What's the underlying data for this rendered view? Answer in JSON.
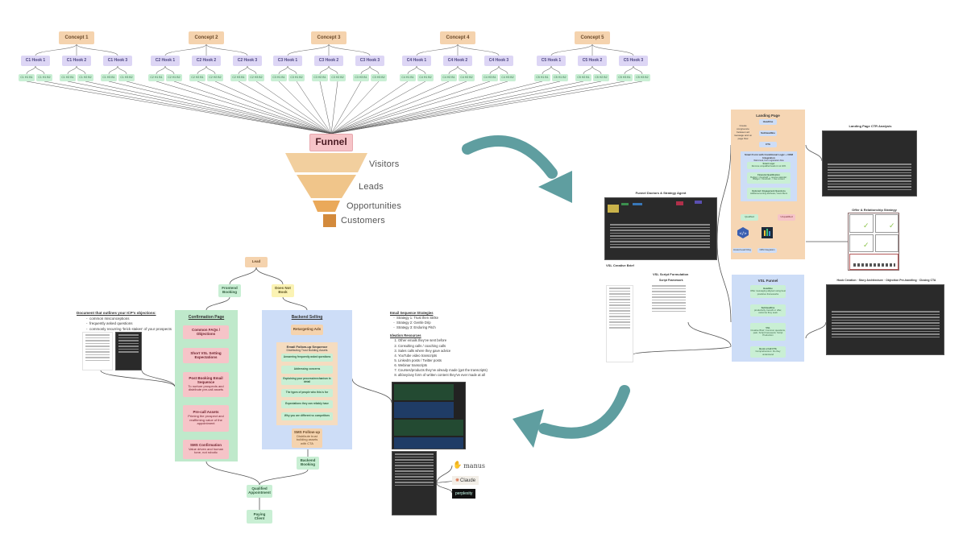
{
  "concept_tree": {
    "concepts": [
      {
        "label": "Concept 1",
        "hooks": [
          {
            "label": "C1 Hook 1",
            "leaves": [
              "C1 H1 B1",
              "C1 H1 B2"
            ]
          },
          {
            "label": "C1 Hook 2",
            "leaves": [
              "C1 H2 B1",
              "C1 H2 B2"
            ]
          },
          {
            "label": "C1 Hook 3",
            "leaves": [
              "C1 H3 B1",
              "C1 H3 B2"
            ]
          }
        ]
      },
      {
        "label": "Concept 2",
        "hooks": [
          {
            "label": "C2 Hook 1",
            "leaves": [
              "C2 H1 B1",
              "C2 H1 B2"
            ]
          },
          {
            "label": "C2 Hook 2",
            "leaves": [
              "C2 H2 B1",
              "C2 H2 B2"
            ]
          },
          {
            "label": "C2 Hook 3",
            "leaves": [
              "C2 H3 B1",
              "C2 H3 B2"
            ]
          }
        ]
      },
      {
        "label": "Concept 3",
        "hooks": [
          {
            "label": "C3 Hook 1",
            "leaves": [
              "C3 H1 B1",
              "C3 H1 B2"
            ]
          },
          {
            "label": "C3 Hook 2",
            "leaves": [
              "C3 H2 B1",
              "C3 H2 B2"
            ]
          },
          {
            "label": "C3 Hook 3",
            "leaves": [
              "C3 H3 B1",
              "C3 H3 B2"
            ]
          }
        ]
      },
      {
        "label": "Concept 4",
        "hooks": [
          {
            "label": "C4 Hook 1",
            "leaves": [
              "C4 H1 B1",
              "C4 H1 B2"
            ]
          },
          {
            "label": "C4 Hook 2",
            "leaves": [
              "C4 H2 B1",
              "C4 H2 B2"
            ]
          },
          {
            "label": "C4 Hook 3",
            "leaves": [
              "C4 H3 B1",
              "C4 H3 B2"
            ]
          }
        ]
      },
      {
        "label": "Concept 5",
        "hooks": [
          {
            "label": "C5 Hook 1",
            "leaves": [
              "C5 H1 B1",
              "C5 H1 B2"
            ]
          },
          {
            "label": "C5 Hook 2",
            "leaves": [
              "C5 H2 B1",
              "C5 H2 B2"
            ]
          },
          {
            "label": "C5 Hook 3",
            "leaves": [
              "C5 H3 B1",
              "C5 H3 B2"
            ]
          }
        ]
      }
    ]
  },
  "funnel": {
    "title": "Funnel",
    "stages": [
      "Visitors",
      "Leads",
      "Opportunities",
      "Customers"
    ],
    "colors": [
      "#f2cf9e",
      "#f0c58a",
      "#eaa95a",
      "#d38a3c"
    ]
  },
  "arrows": {
    "color": "#5f9ea0"
  },
  "objections_doc": {
    "title": "Document that outlines your ICP's objections:",
    "bullets": [
      "common misconceptions",
      "frequently asked questions",
      "commonly recurring 'brick stakes' of your prospects"
    ]
  },
  "lead_flow": {
    "lead": "Lead",
    "frontend_booking": "Frontend Booking",
    "does_not_book": "Does Not Book",
    "confirmation_page": {
      "title": "Confirmation Page",
      "steps": [
        {
          "title": "Common FAQs / Objections",
          "desc": ""
        },
        {
          "title": "Short VSL Setting Expectations",
          "desc": ""
        },
        {
          "title": "Post Booking Email Sequence",
          "desc": "To nurture prospects and distribute pre-call assets"
        },
        {
          "title": "Pre-call Assets",
          "desc": "Priming the prospect and reaffirming value of the appointment"
        },
        {
          "title": "SMS Confirmation",
          "desc": "Value driven and human tone, not robotic"
        }
      ]
    },
    "backend_selling": {
      "title": "Backend Selling",
      "retargeting": "Retargeting Ads",
      "email_sequence": {
        "title": "Email Follow-up Sequence",
        "subtitle": "Distributing Trust Building Assets",
        "items": [
          "Answering frequently asked questions",
          "Addressing concerns",
          "Explaining your process/mechanism in detail",
          "The types of people who this is for",
          "Expectations they can reliably have",
          "Why you are different vs competitors"
        ]
      },
      "sms_followup": {
        "title": "SMS Follow-up",
        "desc": "Distribute trust building assets with CTA"
      }
    },
    "backend_booking": "Backend Booking",
    "qualified": "Qualified Appointment",
    "paying_client": "Paying Client"
  },
  "email_strategies": {
    "title": "Email Sequence Strategies",
    "strategies": [
      "Strategy 1: Trust then Strike",
      "Strategy 2: Gentle Drip",
      "Strategy 3: Enduring Pitch"
    ],
    "resources_title": "Ideation Resources",
    "resources": [
      "Other emails they've sent before",
      "Consulting calls / coaching calls",
      "Sales calls where they gave advice",
      "YouTube video transcripts",
      "LinkedIn posts / Twitter posts",
      "Webinar transcripts",
      "Courses/products they've already made (get the transcripts)",
      "all/any/any form of written content they've ever made at all"
    ]
  },
  "ai_tools": [
    "manus",
    "Claude",
    "perplexity"
  ],
  "right_cluster": {
    "funnel_doctor_title": "Funnel Doctors & Strategy Agent",
    "vsl_creative_brief": "VSL Creative Brief",
    "vsl_script_formulation": "VSL Script Formulation",
    "script_framework": "Script Framework",
    "landing_page": {
      "title": "Landing Page",
      "note": "Create congruence between ad message and on page flow",
      "steps": [
        "Headline",
        "Subheadline",
        "CTA"
      ],
      "form_title": "Smart Form with Conditional Logic + CRM Integration",
      "form_sub": "Web-hook, form registration flow",
      "form_steps": [
        {
          "title": "Smart Layer",
          "desc": "Remove unqualified leads & cut 40%"
        },
        {
          "title": "Financial Qualification",
          "desc": "Budget > threshold -> receive calendar; Budget < threshold -> free content"
        },
        {
          "title": "Optional / Engagement Questions",
          "desc": "Additional sorting attributes, intent filters"
        }
      ],
      "qualified": "Qualified",
      "disqualified": "Unqualified",
      "integrations": [
        "Hosted Lead Filing",
        "CRM Integration"
      ]
    },
    "landing_ctr_title": "Landing Page CTR Analysis",
    "offer_title": "Offer & Relationship Strategy",
    "vsl_funnel": {
      "title": "VSL Funnel",
      "steps": [
        {
          "title": "Headline",
          "desc": "Offer messaging aligned using best practices frameworks"
        },
        {
          "title": "Subheadline",
          "desc": "productivity, benefit or offer, outcome they seek"
        },
        {
          "title": "VSL",
          "desc": "Creative Brief; Common questions, pain; Script framework; Script Production"
        },
        {
          "title": "Book a Call CTA",
          "desc": "Comprehension: Do they understand"
        }
      ]
    },
    "vsl_tools_title": "Hook Creation · Story Architecture · Objection Pre-handling · Closing CTA"
  }
}
